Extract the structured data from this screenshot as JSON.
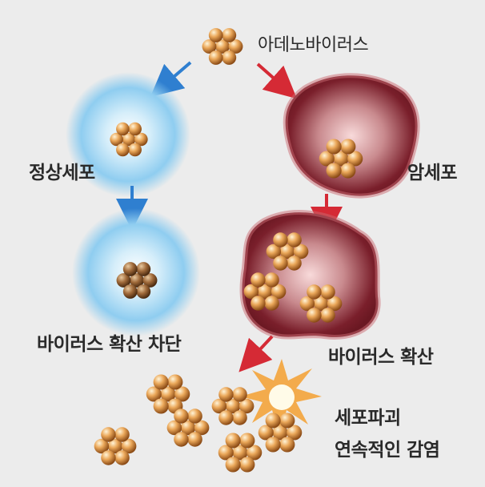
{
  "labels": {
    "adenovirus": "아데노바이러스",
    "normal_cell": "정상세포",
    "cancer_cell": "암세포",
    "virus_spread_blocked": "바이러스 확산 차단",
    "virus_spread": "바이러스 확산",
    "cell_destruction": "세포파괴",
    "chain_infection": "연속적인 감염"
  },
  "colors": {
    "background": "#ececec",
    "normal_cell": "#7cc4ec",
    "cancer_cell": "#8a2a35",
    "virus": "#e0a050",
    "arrow_blue": "#2f7fd0",
    "arrow_red": "#d52a35",
    "burst": "#f7b03a"
  },
  "icons": {
    "virus_particle": "virus-cluster-icon",
    "explosion": "burst-icon"
  }
}
